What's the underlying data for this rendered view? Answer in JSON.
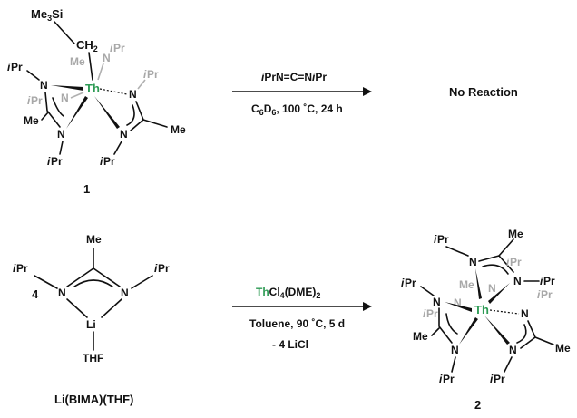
{
  "reaction1": {
    "compound_number": "1",
    "reagent": {
      "prefix": "i",
      "text": "PrN=C=N",
      "prefix2": "i",
      "text2": "Pr"
    },
    "conditions": {
      "solvent": "C",
      "sub1": "6",
      "solvent2": "D",
      "sub2": "6",
      "rest": ", 100 ˚C, 24 h"
    },
    "product": "No Reaction",
    "atoms": {
      "si": "Me",
      "si_sub": "3",
      "si_end": "Si",
      "ch2": "CH",
      "ch2_sub": "2",
      "th": "Th",
      "me": "Me",
      "n": "N",
      "ipr_i": "i",
      "ipr": "Pr"
    }
  },
  "reaction2": {
    "reactant_number": "4",
    "reactant_name": "Li(BIMA)(THF)",
    "reagent": {
      "metal": "Th",
      "rest": "Cl",
      "sub": "4",
      "rest2": "(DME)",
      "sub2": "2"
    },
    "conditions_line1": "Toluene, 90 ˚C, 5 d",
    "conditions_line2": "- 4 LiCl",
    "product_number": "2",
    "atoms": {
      "li": "Li",
      "thf": "THF",
      "me": "Me",
      "n": "N",
      "ipr_i": "i",
      "ipr": "Pr",
      "th": "Th"
    }
  },
  "colors": {
    "thorium": "#2e9b55",
    "background_ligand": "#a8a8a8",
    "ink": "#111111"
  }
}
